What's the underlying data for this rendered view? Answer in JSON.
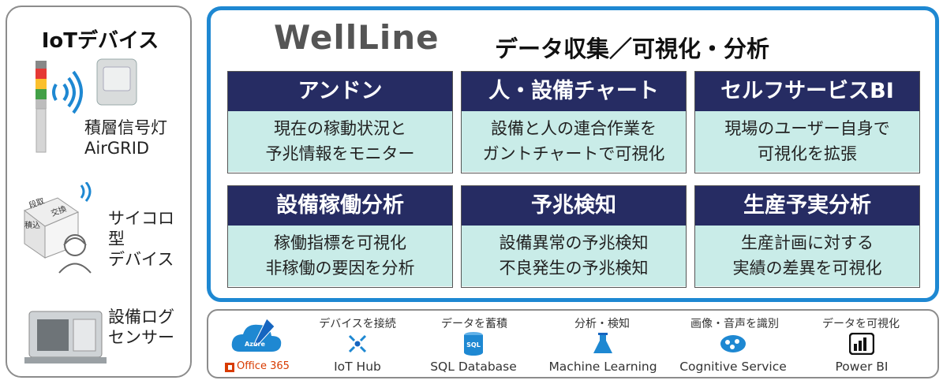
{
  "left_panel": {
    "title": "IoTデバイス",
    "devices": [
      {
        "label_line1": "積層信号灯",
        "label_line2": "AirGRID"
      },
      {
        "label_line1": "サイコロ型",
        "label_line2": "デバイス",
        "cube_labels": [
          "段取",
          "交換",
          "積込"
        ]
      },
      {
        "label_line1": "設備ログ",
        "label_line2": "センサー"
      }
    ]
  },
  "main_panel": {
    "brand": "WellLine",
    "subtitle": "データ収集／可視化・分析",
    "cards": [
      {
        "title": "アンドン",
        "line1": "現在の稼動状況と",
        "line2": "予兆情報をモニター"
      },
      {
        "title": "人・設備チャート",
        "line1": "設備と人の連合作業を",
        "line2": "ガントチャートで可視化"
      },
      {
        "title": "セルフサービスBI",
        "line1": "現場のユーザー自身で",
        "line2": "可視化を拡張"
      },
      {
        "title": "設備稼働分析",
        "line1": "稼働指標を可視化",
        "line2": "非稼働の要因を分析"
      },
      {
        "title": "予兆検知",
        "line1": "設備異常の予兆検知",
        "line2": "不良発生の予兆検知"
      },
      {
        "title": "生産予実分析",
        "line1": "生産計画に対する",
        "line2": "実績の差異を可視化"
      }
    ]
  },
  "bottom_panel": {
    "azure_label": "Azure",
    "office_label": "Office 365",
    "services": [
      {
        "caption": "デバイスを接続",
        "name": "IoT Hub",
        "icon": "iot-hub-icon"
      },
      {
        "caption": "データを蓄積",
        "name": "SQL Database",
        "icon": "sql-database-icon",
        "icon_text": "SQL"
      },
      {
        "caption": "分析・検知",
        "name": "Machine Learning",
        "icon": "flask-icon"
      },
      {
        "caption": "画像・音声を識別",
        "name": "Cognitive Service",
        "icon": "brain-icon"
      },
      {
        "caption": "データを可視化",
        "name": "Power BI",
        "icon": "power-bi-icon"
      }
    ]
  },
  "colors": {
    "card_header": "#262c63",
    "card_body": "#c9ece8",
    "main_border": "#1e88d2",
    "azure_blue": "#1e88d2",
    "office_orange": "#d83b01"
  }
}
